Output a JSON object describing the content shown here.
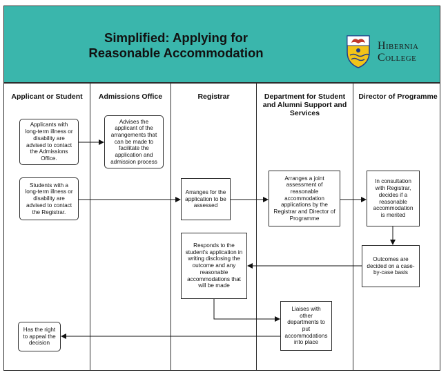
{
  "header": {
    "title": "Simplified: Applying for Reasonable Accommodation",
    "logo_text_line1": "Hibernia",
    "logo_text_line2": "College"
  },
  "lanes": [
    {
      "title": "Applicant or Student"
    },
    {
      "title": "Admissions Office"
    },
    {
      "title": "Registrar"
    },
    {
      "title": "Department for Student and Alumni Support and Services"
    },
    {
      "title": "Director of Programme"
    }
  ],
  "nodes": {
    "applicants_contact_admissions": "Applicants with long-term illness or disability are advised to contact the Admissions Office.",
    "students_contact_registrar": "Students with a long-term illness or disability are advised to contact the Registrar.",
    "right_to_appeal": "Has the right to appeal the decision",
    "admissions_advises": "Advises the applicant of the arrangements that can be made to facilitate the application and admission process",
    "registrar_arranges": "Arranges for the application to be assessed",
    "registrar_responds": "Responds to the student's application in writing disclosing the outcome and any reasonable accommodations that will be made",
    "dept_joint_assessment": "Arranges a joint assessment of reasonable accommodation applications by the Registrar and Director of Programme",
    "dept_liaises": "Liaises with other departments to put accommodations into place",
    "director_decides": "In consultation with Registrar, decides if a reasonable accommodation is merited",
    "director_outcomes": "Outcomes are decided on a case-by-case basis"
  },
  "colors": {
    "header_bg": "#3ab6ac",
    "line": "#2d2d2d",
    "crest_yellow": "#f2c418",
    "crest_blue": "#1f3d8c"
  }
}
